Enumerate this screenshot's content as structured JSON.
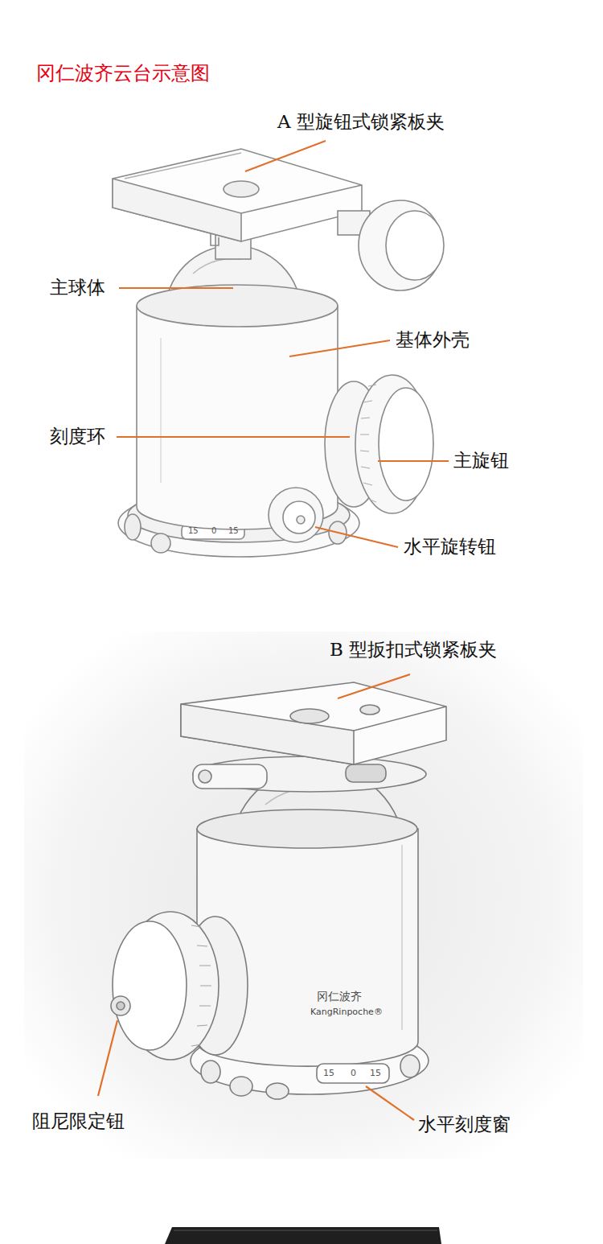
{
  "diagram": {
    "title": "冈仁波齐云台示意图",
    "labels": [
      "A 型旋钮式锁紧板夹",
      "主球体",
      "基体外壳",
      "刻度环",
      "主旋钮",
      "水平旋转钮",
      "15",
      "0",
      "15",
      "B 型扳扣式锁紧板夹",
      "冈仁波齐",
      "KangRinpoche®",
      "阻尼限定钮",
      "15",
      "0",
      "15",
      "水平刻度窗"
    ]
  }
}
